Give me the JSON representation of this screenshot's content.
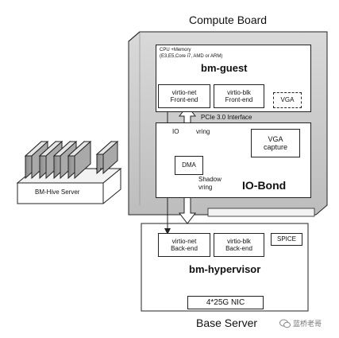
{
  "server": {
    "label": "BM-Hive Server",
    "dots": ". ."
  },
  "compute_board": {
    "title": "Compute Board",
    "guest": {
      "cpu_line1": "CPU +Memory",
      "cpu_line2": "(E3,E5,Core i7, AMD or ARM)",
      "title": "bm-guest",
      "virtio_net": [
        "virtio-net",
        "Front-end"
      ],
      "virtio_blk": [
        "virtio-blk",
        "Front-end"
      ],
      "vga": "VGA"
    },
    "pcie": "PCIe 3.0 Interface",
    "iobond": {
      "io": "IO",
      "vring": "vring",
      "dma": "DMA",
      "vga_capture": [
        "VGA",
        "capture"
      ],
      "title": "IO-Bond",
      "shadow": "Shadow",
      "shadow_vring": "vring"
    }
  },
  "base_server": {
    "title": "Base Server",
    "virtio_net": [
      "virtio-net",
      "Back-end"
    ],
    "virtio_blk": [
      "virtio-blk",
      "Back-end"
    ],
    "spice": "SPICE",
    "hypervisor": "bm-hypervisor",
    "nic": "4*25G NIC"
  },
  "watermark": "蓝桥老哥"
}
